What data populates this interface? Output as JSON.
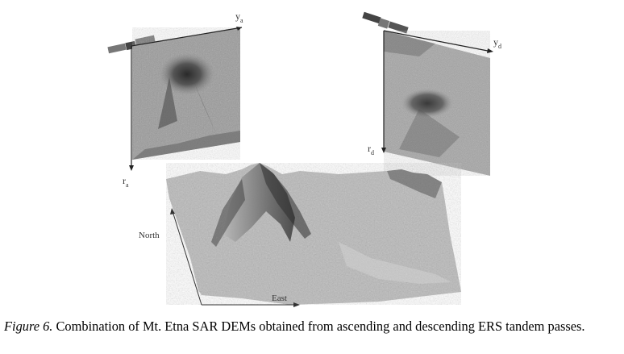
{
  "figure": {
    "ascending_axes": {
      "y_label": "y",
      "y_sub": "a",
      "r_label": "r",
      "r_sub": "a"
    },
    "descending_axes": {
      "y_label": "y",
      "y_sub": "d",
      "r_label": "r",
      "r_sub": "d"
    },
    "dem": {
      "north_label": "North",
      "east_label": "East"
    }
  },
  "caption": {
    "label": "Figure 6.",
    "text": " Combination of Mt. Etna SAR DEMs obtained from ascending and descending ERS tandem passes."
  }
}
